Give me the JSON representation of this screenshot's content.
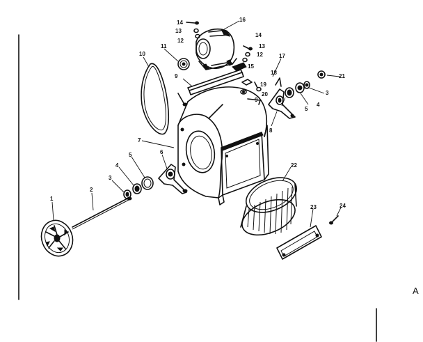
{
  "diagram": {
    "corner_letter": "A",
    "callouts": [
      "1",
      "2",
      "3",
      "4",
      "5",
      "6",
      "7",
      "8",
      "9",
      "10",
      "11",
      "12",
      "13",
      "14",
      "15",
      "16",
      "17",
      "18",
      "19",
      "20",
      "21",
      "22",
      "23",
      "24"
    ],
    "parts": [
      {
        "id": "1",
        "label": "1"
      },
      {
        "id": "2",
        "label": "2"
      },
      {
        "id": "3",
        "label": "3"
      },
      {
        "id": "4",
        "label": "4"
      },
      {
        "id": "5",
        "label": "5"
      },
      {
        "id": "6",
        "label": "6"
      },
      {
        "id": "7",
        "label": "7"
      },
      {
        "id": "8",
        "label": "8"
      },
      {
        "id": "9",
        "label": "9"
      },
      {
        "id": "10",
        "label": "10"
      },
      {
        "id": "11",
        "label": "11"
      },
      {
        "id": "12",
        "label": "12"
      },
      {
        "id": "13",
        "label": "13"
      },
      {
        "id": "14",
        "label": "14"
      },
      {
        "id": "15",
        "label": "15"
      },
      {
        "id": "16",
        "label": "16"
      },
      {
        "id": "17",
        "label": "17"
      },
      {
        "id": "18",
        "label": "18"
      },
      {
        "id": "19",
        "label": "19"
      },
      {
        "id": "20",
        "label": "20"
      },
      {
        "id": "21",
        "label": "21"
      },
      {
        "id": "22",
        "label": "22"
      },
      {
        "id": "23",
        "label": "23"
      },
      {
        "id": "24",
        "label": "24"
      }
    ]
  }
}
